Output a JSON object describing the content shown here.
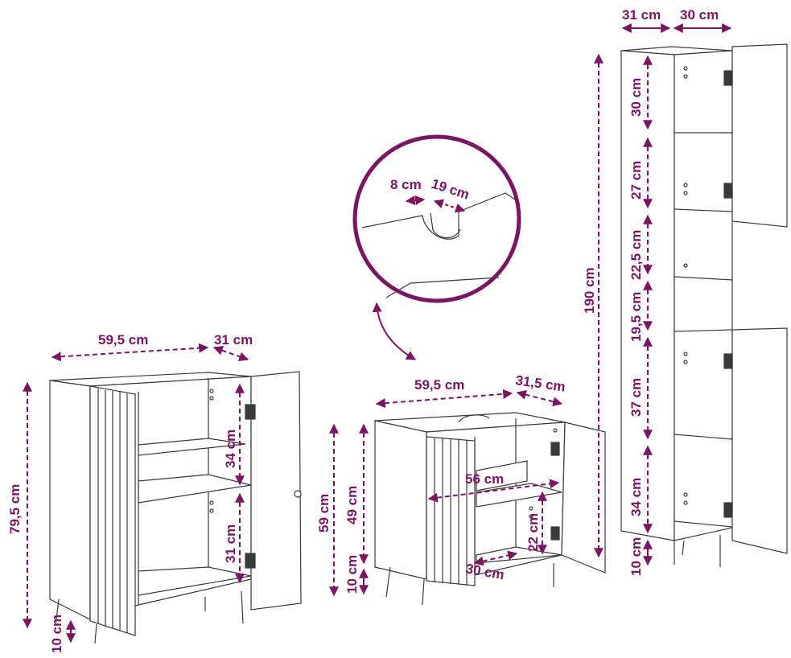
{
  "colors": {
    "accent": "#7b1463",
    "line": "#3a3a3a",
    "background": "#ffffff"
  },
  "cabinet_left": {
    "width": "59,5 cm",
    "depth": "31 cm",
    "height": "79,5 cm",
    "legs": "10 cm",
    "upper_shelf": "34 cm",
    "lower_shelf": "31 cm"
  },
  "sink_cabinet": {
    "width": "59,5 cm",
    "depth": "31,5 cm",
    "height": "59 cm",
    "body_height": "49 cm",
    "legs": "10 cm",
    "inner_width": "56 cm",
    "inner_height": "22 cm",
    "inner_depth": "30 cm"
  },
  "detail_zoom": {
    "notch_width": "8 cm",
    "notch_depth": "19 cm"
  },
  "tall_cabinet": {
    "depth": "31 cm",
    "width": "30 cm",
    "height": "190 cm",
    "compartments": [
      "30 cm",
      "27 cm",
      "22,5 cm",
      "19,5 cm",
      "37 cm",
      "34 cm"
    ],
    "legs": "10 cm"
  }
}
